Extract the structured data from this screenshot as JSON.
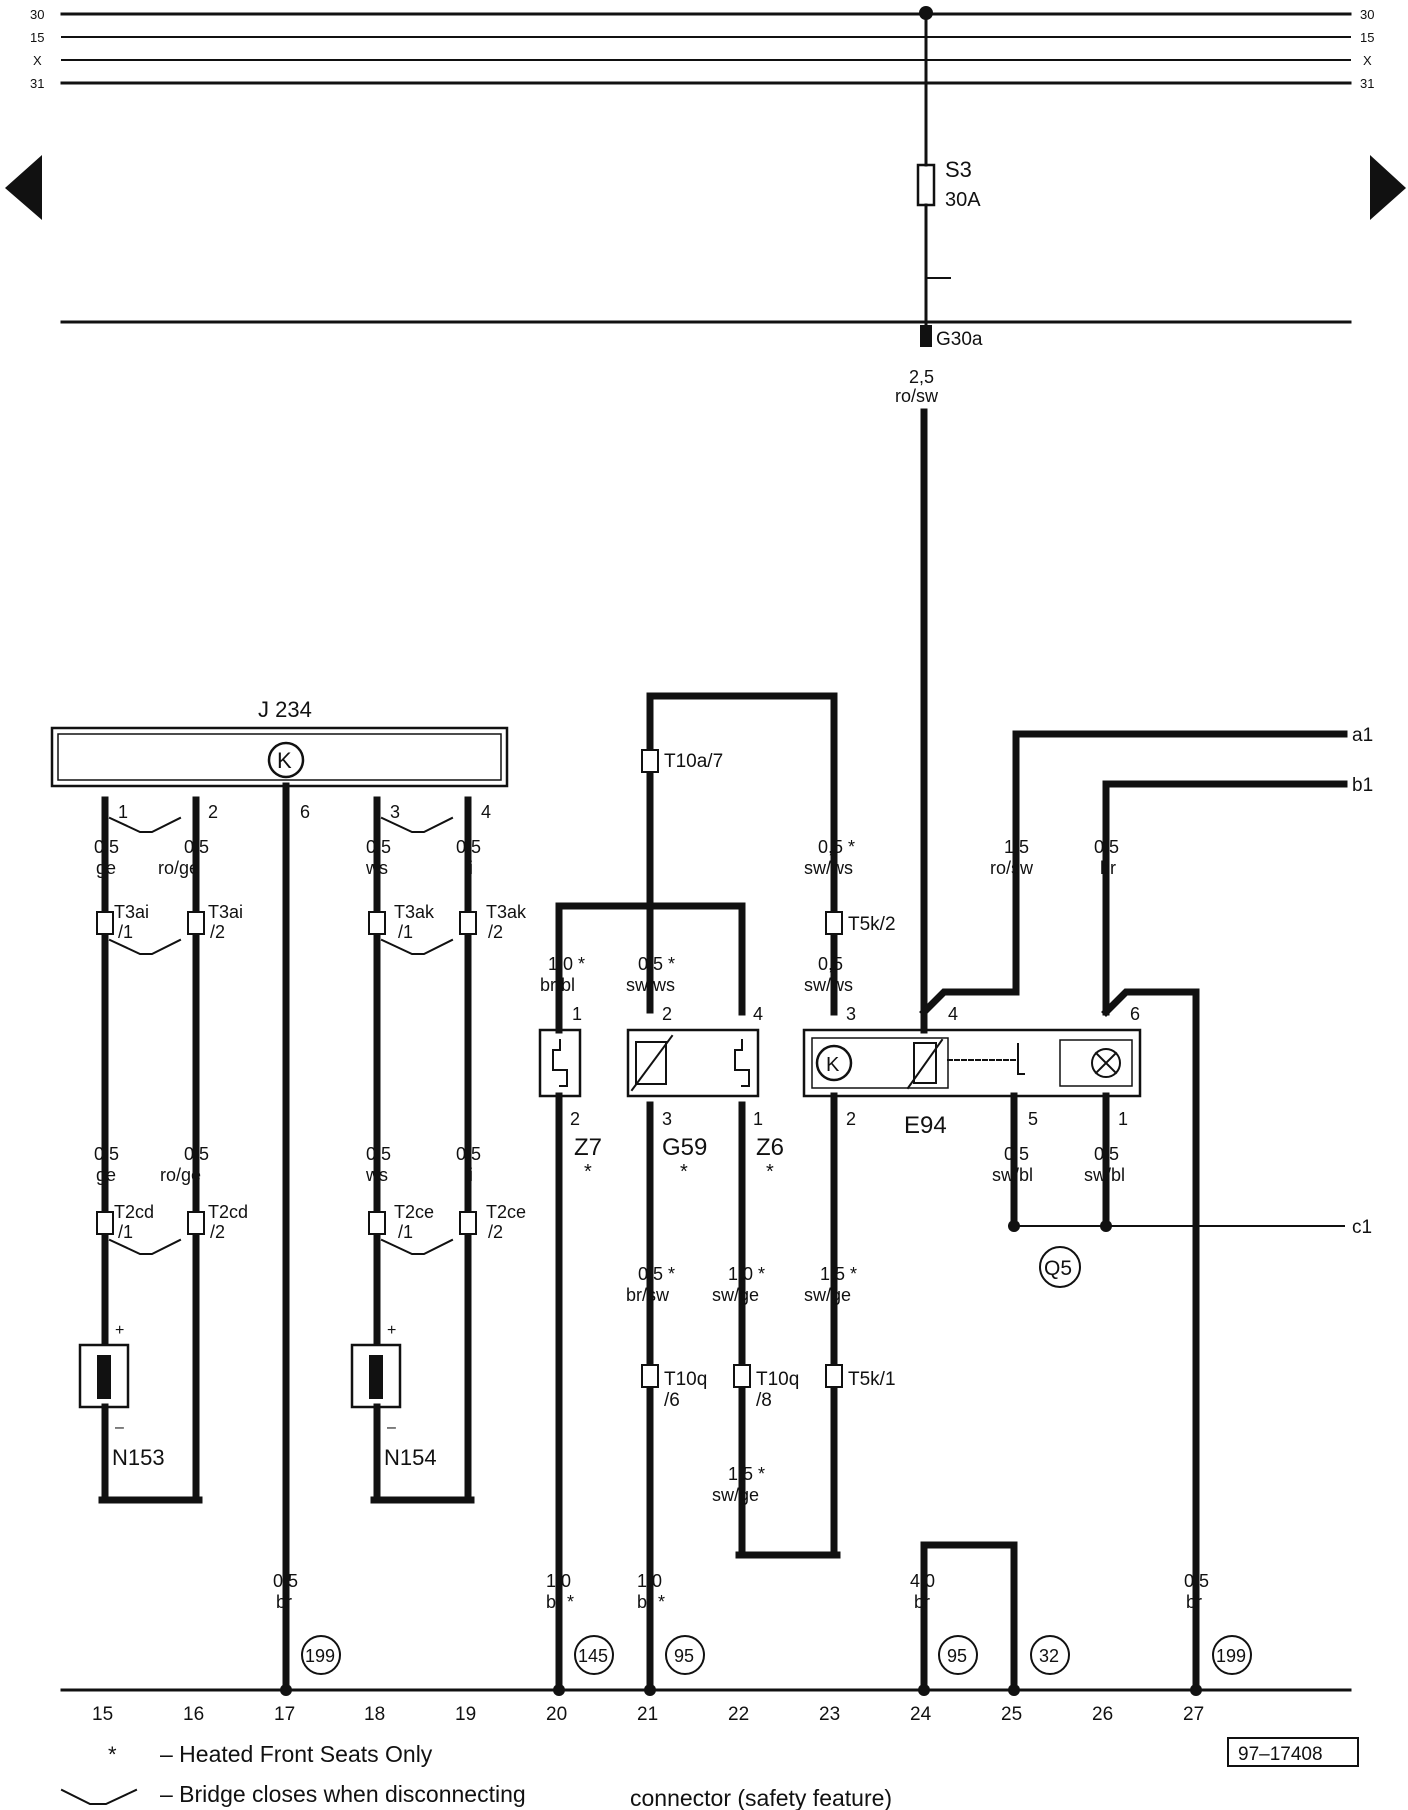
{
  "rails": {
    "r30": "30",
    "r15": "15",
    "rx": "X",
    "r31": "31"
  },
  "fuse": {
    "name": "S3",
    "rating": "30A"
  },
  "connector_g30a": "G30a",
  "main_feed": {
    "size": "2,5",
    "color": "ro/sw"
  },
  "j234": {
    "label": "J 234",
    "symbol": "K",
    "pins": [
      "1",
      "2",
      "6",
      "3",
      "4"
    ]
  },
  "wires": {
    "w1a": {
      "size": "0,5",
      "color": "ge"
    },
    "w2a": {
      "size": "0,5",
      "color": "ro/ge"
    },
    "w3a": {
      "size": "0,5",
      "color": "ws"
    },
    "w4a": {
      "size": "0,5",
      "color": "li"
    },
    "w1b": {
      "size": "0,5",
      "color": "ge"
    },
    "w2b": {
      "size": "0,5",
      "color": "ro/ge"
    },
    "w3b": {
      "size": "0,5",
      "color": "ws"
    },
    "w4b": {
      "size": "0,5",
      "color": "li"
    },
    "w17": {
      "size": "0,5",
      "color": "br"
    },
    "z7top": {
      "size": "1,0 *",
      "color": "br/bl"
    },
    "g59top": {
      "size": "0,5 *",
      "color": "sw/ws"
    },
    "t5ktop": {
      "size": "0,5 *",
      "color": "sw/ws"
    },
    "t5kmid": {
      "size": "0,5",
      "color": "sw/ws"
    },
    "a1wire": {
      "size": "1,5",
      "color": "ro/sw"
    },
    "b1wire": {
      "size": "0,5",
      "color": "br"
    },
    "g59bot": {
      "size": "0,5 *",
      "color": "br/sw"
    },
    "z6bot": {
      "size": "1,0 *",
      "color": "sw/ge"
    },
    "e94bot": {
      "size": "1,5 *",
      "color": "sw/ge"
    },
    "z6low": {
      "size": "1,5 *",
      "color": "sw/ge"
    },
    "p5": {
      "size": "0,5",
      "color": "sw/bl"
    },
    "p1": {
      "size": "0,5",
      "color": "sw/bl"
    },
    "w20": {
      "size": "1,0",
      "color": "br *"
    },
    "w21": {
      "size": "1,0",
      "color": "br *"
    },
    "w24": {
      "size": "4,0",
      "color": "br"
    },
    "w27": {
      "size": "0,5",
      "color": "br"
    }
  },
  "connectors": {
    "t3ai1": "T3ai",
    "t3ai1s": "/1",
    "t3ai2": "T3ai",
    "t3ai2s": "/2",
    "t3ak1": "T3ak",
    "t3ak1s": "/1",
    "t3ak2": "T3ak",
    "t3ak2s": "/2",
    "t2cd1": "T2cd",
    "t2cd1s": "/1",
    "t2cd2": "T2cd",
    "t2cd2s": "/2",
    "t2ce1": "T2ce",
    "t2ce1s": "/1",
    "t2ce2": "T2ce",
    "t2ce2s": "/2",
    "t10a7": "T10a/7",
    "t5k2": "T5k/2",
    "t5k1": "T5k/1",
    "t10q6": "T10q",
    "t10q6s": "/6",
    "t10q8": "T10q",
    "t10q8s": "/8"
  },
  "components": {
    "n153": "N153",
    "n154": "N154",
    "z7": "Z7",
    "g59": "G59",
    "z6": "Z6",
    "e94": "E94",
    "q5": "Q5",
    "star": "*"
  },
  "pins": {
    "z7_1": "1",
    "z7_2": "2",
    "g59_2": "2",
    "g59_3": "3",
    "z6_4": "4",
    "z6_1": "1",
    "e94_3": "3",
    "e94_4": "4",
    "e94_6": "6",
    "e94_2": "2",
    "e94_5": "5",
    "e94_1": "1",
    "plus": "+",
    "minus": "–"
  },
  "outputs": {
    "a1": "a1",
    "b1": "b1",
    "c1": "c1"
  },
  "refs": {
    "r17": "199",
    "r20": "145",
    "r21": "95",
    "r24": "95",
    "r25": "32",
    "r27": "199"
  },
  "columns": [
    "15",
    "16",
    "17",
    "18",
    "19",
    "20",
    "21",
    "22",
    "23",
    "24",
    "25",
    "26",
    "27"
  ],
  "figure_id": "97–17408",
  "legend": {
    "star_mark": "*",
    "star_text": "– Heated Front Seats Only",
    "bridge_text": "– Bridge closes when disconnecting",
    "bridge_text2": "connector (safety feature)"
  },
  "nav": {
    "prev": "previous-arrow",
    "next": "next-arrow"
  }
}
